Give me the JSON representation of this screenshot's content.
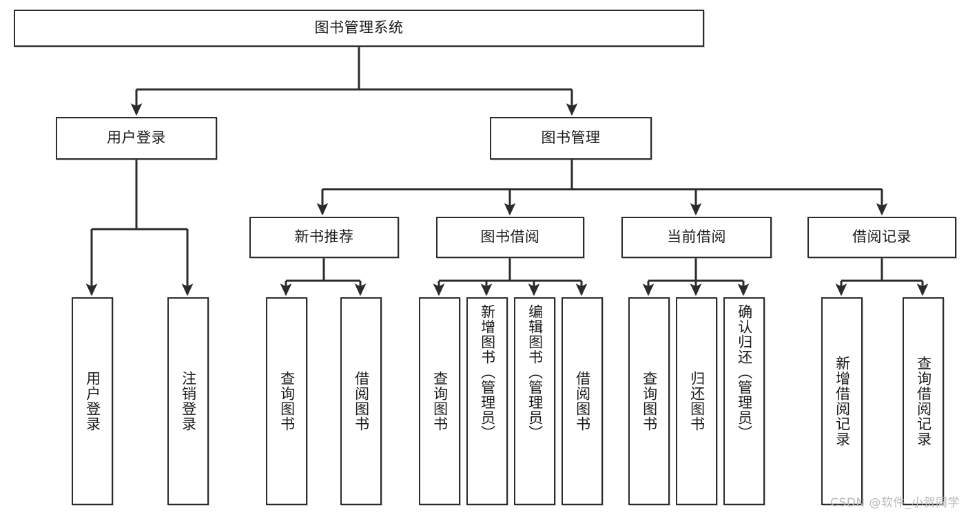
{
  "diagram": {
    "title": "图书管理系统",
    "type": "hierarchy-tree",
    "orientation": "top-down",
    "colors": {
      "stroke": "#2b2b2b",
      "fill": "#ffffff",
      "text": "#1a1a1a",
      "watermark": "#b9b9b9"
    },
    "root": {
      "label": "图书管理系统"
    },
    "level2": [
      {
        "label": "用户登录"
      },
      {
        "label": "图书管理"
      }
    ],
    "level3": [
      {
        "label": "新书推荐"
      },
      {
        "label": "图书借阅"
      },
      {
        "label": "当前借阅"
      },
      {
        "label": "借阅记录"
      }
    ],
    "leaves": {
      "user_login": [
        {
          "label": "用户登录"
        },
        {
          "label": "注销登录"
        }
      ],
      "new_book_recommend": [
        {
          "label": "查询图书"
        },
        {
          "label": "借阅图书"
        }
      ],
      "book_borrow": [
        {
          "label": "查询图书"
        },
        {
          "label": "新增图书（管理员）"
        },
        {
          "label": "编辑图书（管理员）"
        },
        {
          "label": "借阅图书"
        }
      ],
      "current_borrow": [
        {
          "label": "查询图书"
        },
        {
          "label": "归还图书"
        },
        {
          "label": "确认归还（管理员）"
        }
      ],
      "borrow_record": [
        {
          "label": "新增借阅记录"
        },
        {
          "label": "查询借阅记录"
        }
      ]
    }
  },
  "watermark": {
    "text": "CSDN @软件_小贺同学"
  }
}
